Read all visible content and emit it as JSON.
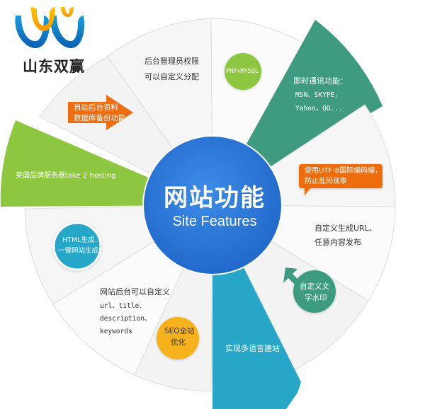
{
  "logo": {
    "text": "山东双赢"
  },
  "hub": {
    "title_cn": "网站功能",
    "title_en": "Site Features"
  },
  "colors": {
    "hub": "#2a78d8",
    "orange": "#ef6c10",
    "green": "#8dc63f",
    "teal": "#3e9b80",
    "cyan": "#27a6c8",
    "yellow": "#f5b21a",
    "segment_light": "#efefef",
    "segment_white": "#f8f8f8"
  },
  "features": {
    "admin_perm": {
      "line1": "后台管理员权限",
      "line2": "可以自定义分配"
    },
    "php_mysql": {
      "label": "PHP+MYSQL"
    },
    "im": {
      "line1": "即时通讯功能：",
      "line2": "MSN、SKYPE，",
      "line3": "Yahoo，QQ..."
    },
    "backup": {
      "line1": "自动后台资料",
      "line2": "数据库备份功能"
    },
    "hosting": {
      "label": "美国品牌服务器take 2 hosting"
    },
    "utf8": {
      "line1": "使用UTF-8国际编码编，",
      "line2": "防止乱码现象"
    },
    "url": {
      "line1": "自定义生成URL、",
      "line2": "任意内容发布"
    },
    "html": {
      "line1": "HTML生成、",
      "line2": "一键网站生成"
    },
    "watermark": {
      "line1": "自定义文",
      "line2": "字水印"
    },
    "seo_meta": {
      "line1": "网站后台可以自定义",
      "line2": "url、title、",
      "line3": "description、",
      "line4": "keywords"
    },
    "seo": {
      "line1": "SEO全站",
      "line2": "优化"
    },
    "multilang": {
      "label": "实现多语言建站"
    }
  }
}
